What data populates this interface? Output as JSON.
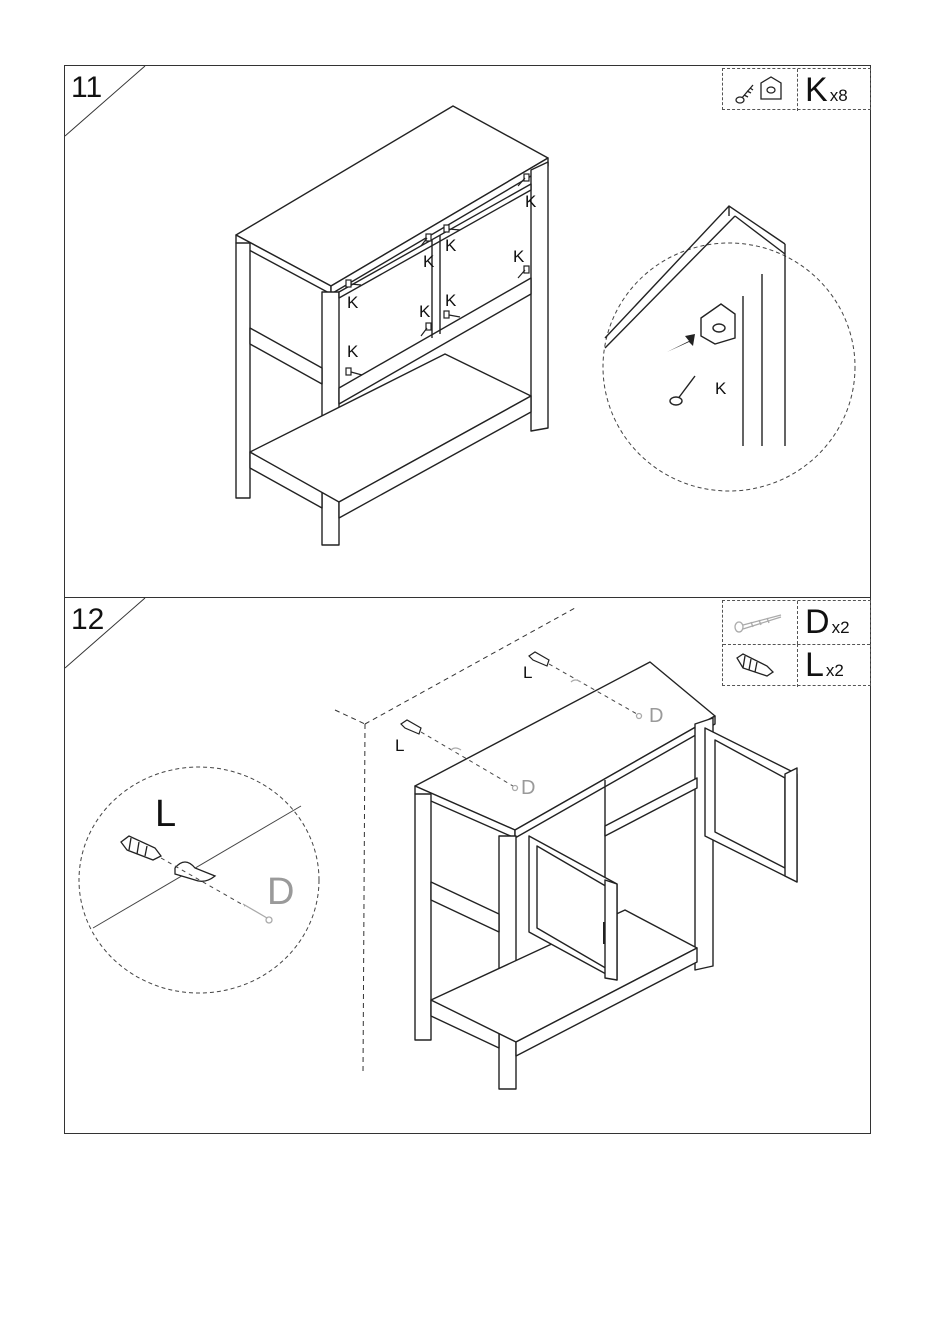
{
  "steps": [
    {
      "number": "11",
      "parts": [
        {
          "letter": "K",
          "qty": "x8",
          "icon": "screw-and-bracket-icon"
        }
      ],
      "callouts": [
        "K",
        "K",
        "K",
        "K",
        "K",
        "K",
        "K",
        "K"
      ],
      "detail_label": "K"
    },
    {
      "number": "12",
      "parts": [
        {
          "letter": "D",
          "qty": "x2",
          "icon": "screw-icon"
        },
        {
          "letter": "L",
          "qty": "x2",
          "icon": "wall-plug-icon"
        }
      ],
      "callouts": {
        "l1": "L",
        "d1": "D",
        "l2": "L",
        "d2": "D"
      },
      "detail": {
        "l": "L",
        "d": "D"
      }
    }
  ]
}
